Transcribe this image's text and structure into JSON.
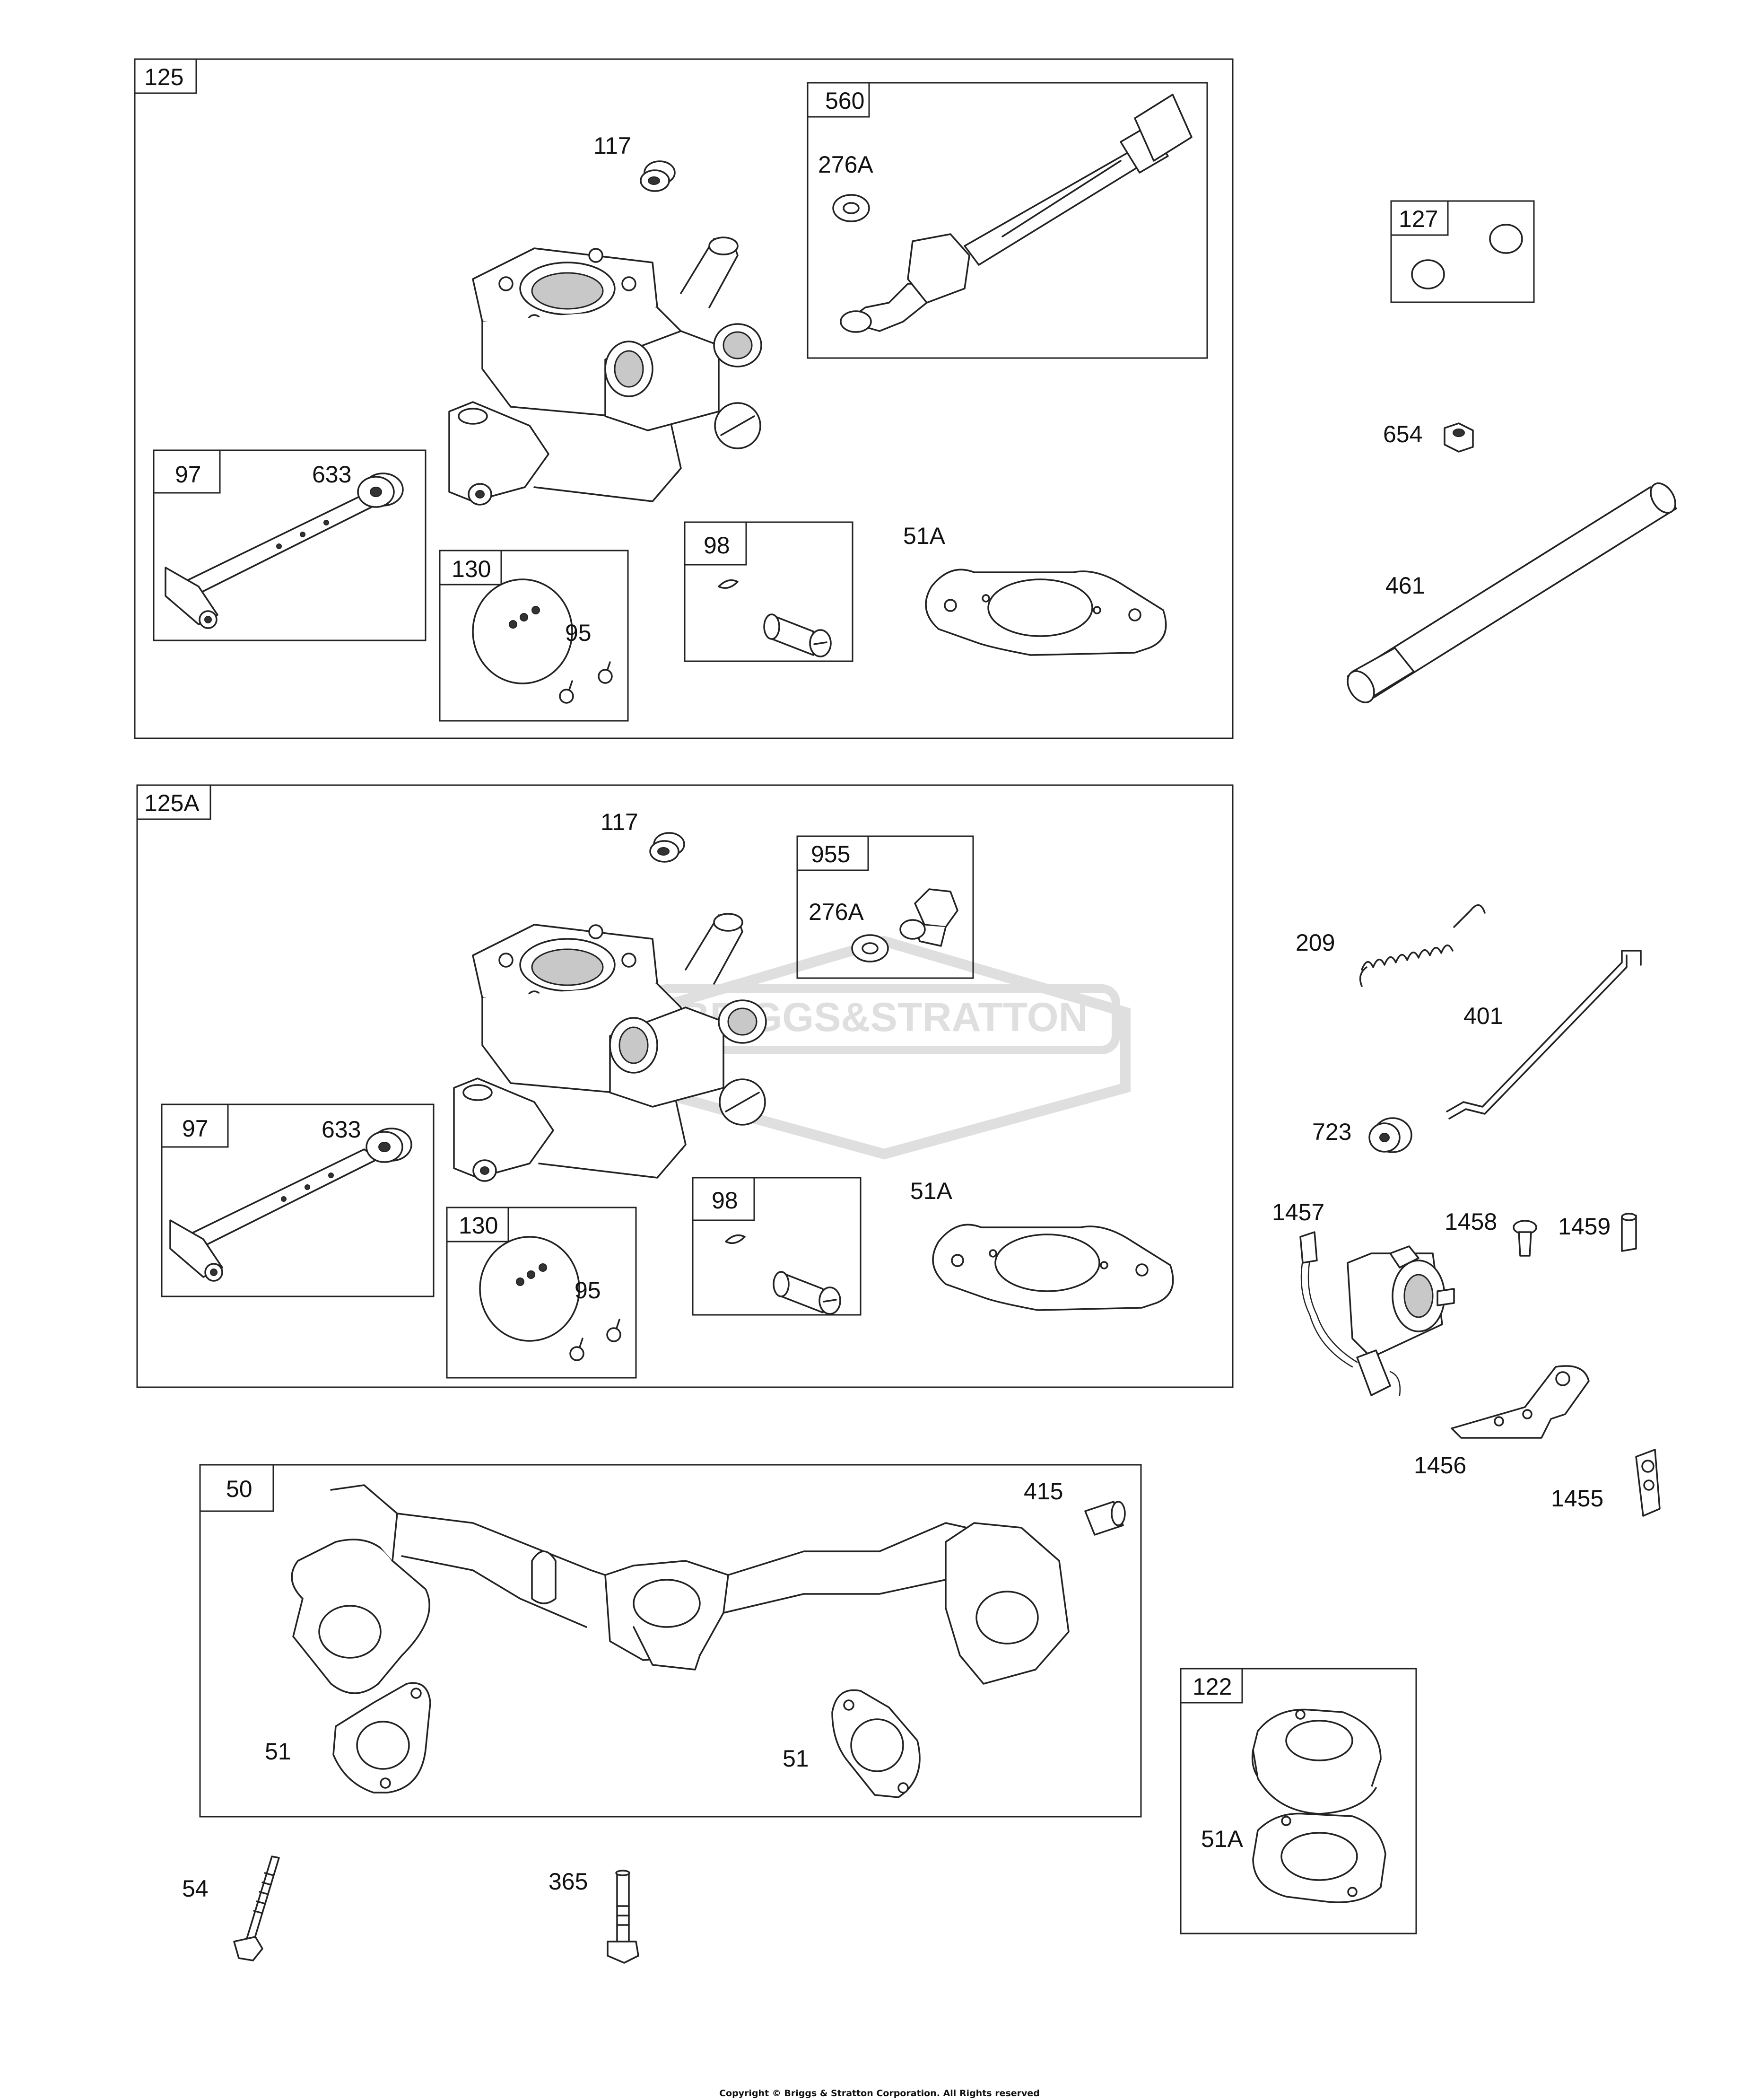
{
  "diagram": {
    "groups": [
      {
        "id": "125",
        "label": "125",
        "parts": [
          "117",
          "560",
          "276A",
          "633",
          "97",
          "130",
          "95",
          "98",
          "51A"
        ]
      },
      {
        "id": "560",
        "label": "560",
        "parts": [
          "276A"
        ]
      },
      {
        "id": "127",
        "label": "127",
        "parts": []
      },
      {
        "id": "97",
        "label": "97",
        "parts": [
          "633"
        ]
      },
      {
        "id": "130",
        "label": "130",
        "parts": [
          "95"
        ]
      },
      {
        "id": "98",
        "label": "98",
        "parts": []
      },
      {
        "id": "125A",
        "label": "125A",
        "parts": [
          "117",
          "955",
          "276A",
          "97",
          "633",
          "130",
          "95",
          "98",
          "51A"
        ]
      },
      {
        "id": "955",
        "label": "955",
        "parts": [
          "276A"
        ]
      },
      {
        "id": "97b",
        "label": "97",
        "parts": [
          "633"
        ]
      },
      {
        "id": "130b",
        "label": "130",
        "parts": [
          "95"
        ]
      },
      {
        "id": "98b",
        "label": "98",
        "parts": []
      },
      {
        "id": "50",
        "label": "50",
        "parts": [
          "415",
          "51",
          "51"
        ]
      },
      {
        "id": "122",
        "label": "122",
        "parts": [
          "51A"
        ]
      }
    ],
    "part_labels": {
      "p117a": "117",
      "p276a1": "276A",
      "p633a": "633",
      "p95a": "95",
      "p51Aa": "51A",
      "p654": "654",
      "p461": "461",
      "p117b": "117",
      "p276a2": "276A",
      "p633b": "633",
      "p95b": "95",
      "p51Ab": "51A",
      "p209": "209",
      "p401": "401",
      "p723": "723",
      "p1457": "1457",
      "p1458": "1458",
      "p1459": "1459",
      "p1456": "1456",
      "p1455": "1455",
      "p415": "415",
      "p51a": "51",
      "p51b": "51",
      "p54": "54",
      "p365": "365",
      "p51Ac": "51A"
    },
    "watermark": "BRIGGS&STRATTON",
    "copyright": "Copyright © Briggs & Stratton Corporation. All Rights reserved"
  }
}
